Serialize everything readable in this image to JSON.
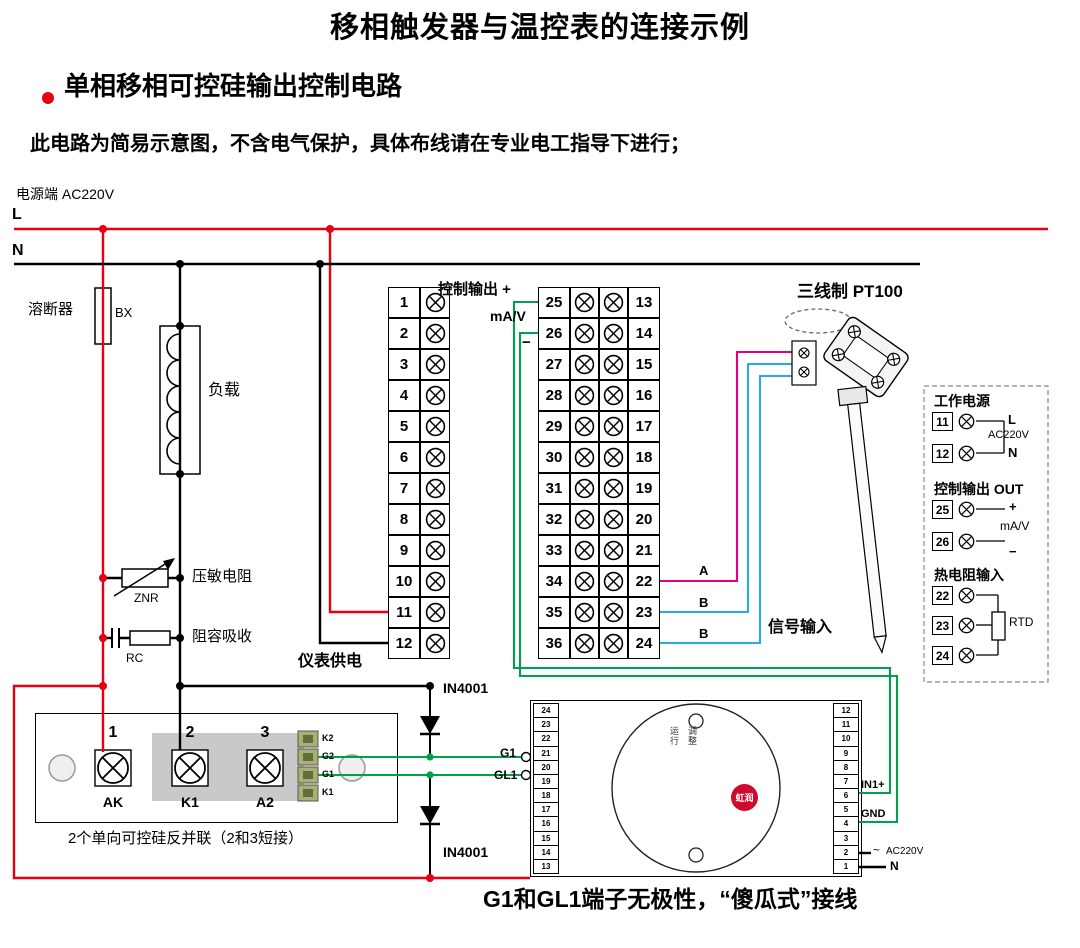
{
  "header": {
    "title": "移相触发器与温控表的连接示例",
    "subtitle": "单相移相可控硅输出控制电路",
    "warning": "此电路为简易示意图，不含电气保护，具体布线请在专业电工指导下进行；"
  },
  "power": {
    "source_label": "电源端  AC220V",
    "line_l": "L",
    "line_n": "N"
  },
  "components": {
    "fuse_label": "溶断器",
    "fuse_code": "BX",
    "load_label": "负载",
    "varistor_label": "压敏电阻",
    "varistor_code": "ZNR",
    "rc_label": "阻容吸收",
    "rc_code": "RC",
    "meter_supply_label": "仪表供电",
    "diode1_label": "IN4001",
    "diode2_label": "IN4001"
  },
  "controller": {
    "left_terminals": [
      "1",
      "2",
      "3",
      "4",
      "5",
      "6",
      "7",
      "8",
      "9",
      "10",
      "11",
      "12"
    ],
    "mid_terminals": [
      "25",
      "26",
      "27",
      "28",
      "29",
      "30",
      "31",
      "32",
      "33",
      "34",
      "35",
      "36"
    ],
    "right_terminals": [
      "13",
      "14",
      "15",
      "16",
      "17",
      "18",
      "19",
      "20",
      "21",
      "22",
      "23",
      "24"
    ],
    "control_output_label": "控制输出 +",
    "control_output_unit": "mA/V",
    "control_output_minus": "−",
    "wire_a": "A",
    "wire_b1": "B",
    "wire_b2": "B",
    "signal_input_label": "信号输入"
  },
  "pt100": {
    "label": "三线制 PT100"
  },
  "legend": {
    "working_power_title": "工作电源",
    "working_power_terminals": [
      "11",
      "12"
    ],
    "working_power_l": "L",
    "working_power_voltage": "AC220V",
    "working_power_n": "N",
    "control_out_title": "控制输出 OUT",
    "control_out_terminals": [
      "25",
      "26"
    ],
    "control_out_plus": "+",
    "control_out_unit": "mA/V",
    "control_out_minus": "−",
    "rtd_title": "热电阻输入",
    "rtd_terminals": [
      "22",
      "23",
      "24"
    ],
    "rtd_label": "RTD"
  },
  "scr": {
    "terminals": [
      {
        "num": "1",
        "name": "AK"
      },
      {
        "num": "2",
        "name": "K1"
      },
      {
        "num": "3",
        "name": "A2"
      }
    ],
    "gate_labels": [
      "K2",
      "G2",
      "G1",
      "K1"
    ],
    "note": "2个单向可控硅反并联（2和3短接）"
  },
  "trigger": {
    "left_strip": [
      "24",
      "23",
      "22",
      "21",
      "20",
      "19",
      "18",
      "17",
      "16",
      "15",
      "14",
      "13"
    ],
    "right_strip": [
      "12",
      "11",
      "10",
      "9",
      "8",
      "7",
      "6",
      "5",
      "4",
      "3",
      "2",
      "1"
    ],
    "g1": "G1",
    "gl1": "GL1",
    "in1": "IN1+",
    "gnd": "GND",
    "tilde": "~",
    "ac": "AC220V",
    "n": "N",
    "led_run": "运行",
    "led_adj": "调整",
    "logo": "虹润"
  },
  "footer": {
    "note": "G1和GL1端子无极性，“傻瓜式”接线"
  }
}
